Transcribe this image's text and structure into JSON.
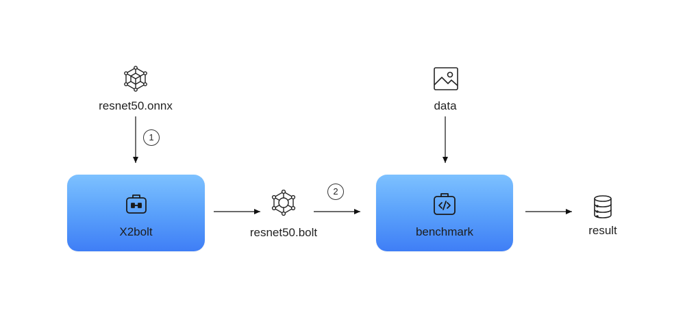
{
  "nodes": {
    "model_onnx": {
      "label": "resnet50.onnx",
      "icon": "model-cube-network-icon"
    },
    "x2bolt": {
      "label": "X2bolt",
      "icon": "toolbox-icon"
    },
    "model_bolt": {
      "label": "resnet50.bolt",
      "icon": "hexagon-network-icon"
    },
    "data": {
      "label": "data",
      "icon": "image-icon"
    },
    "benchmark": {
      "label": "benchmark",
      "icon": "code-icon"
    },
    "result": {
      "label": "result",
      "icon": "database-icon"
    }
  },
  "steps": {
    "step1": "1",
    "step2": "2"
  },
  "colors": {
    "box_top": "#7dc1ff",
    "box_bottom": "#3f7ef6",
    "line": "#111111"
  }
}
